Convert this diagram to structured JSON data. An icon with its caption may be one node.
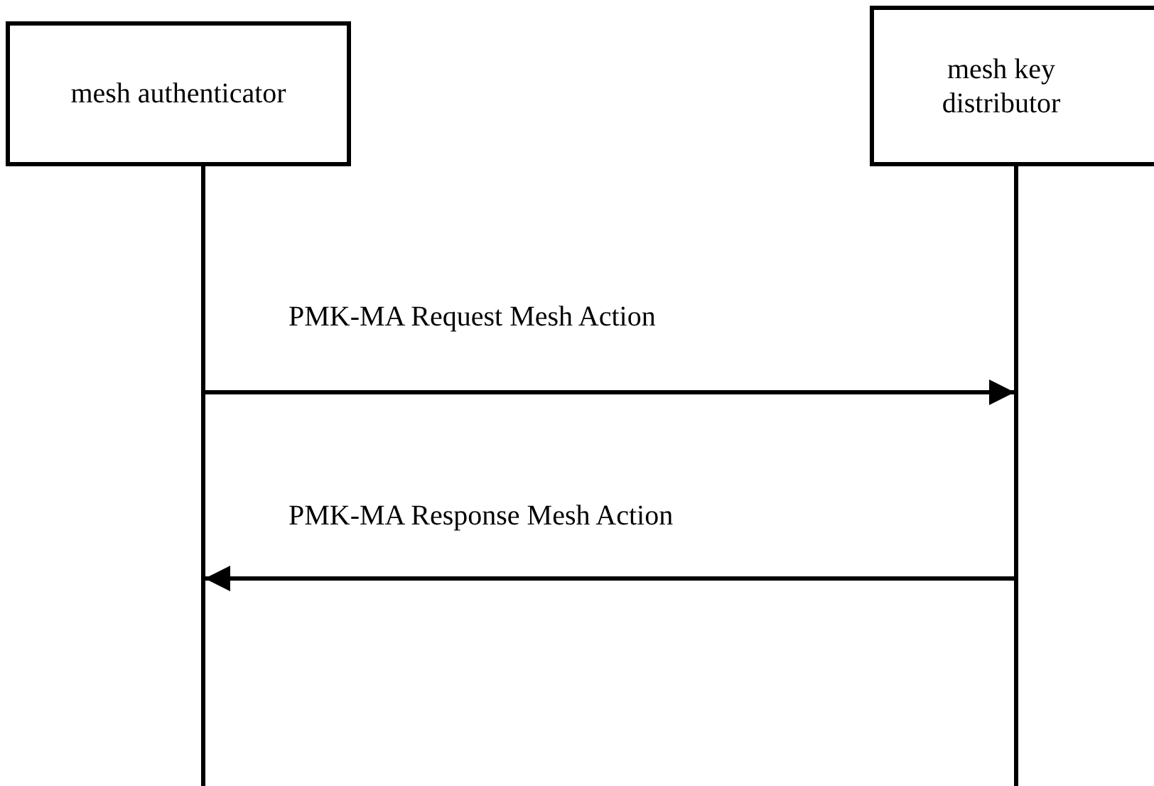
{
  "diagram": {
    "nodes": [
      {
        "text": [
          "mesh authenticator"
        ]
      },
      {
        "text": [
          "mesh key distributor"
        ]
      }
    ],
    "edges": [
      {
        "from": 0,
        "to": 1,
        "arrow": "to",
        "label": "PMK-MA Request Mesh Action"
      },
      {
        "from": 1,
        "to": 0,
        "arrow": "to",
        "label": "PMK-MA Response Mesh Action"
      }
    ]
  }
}
